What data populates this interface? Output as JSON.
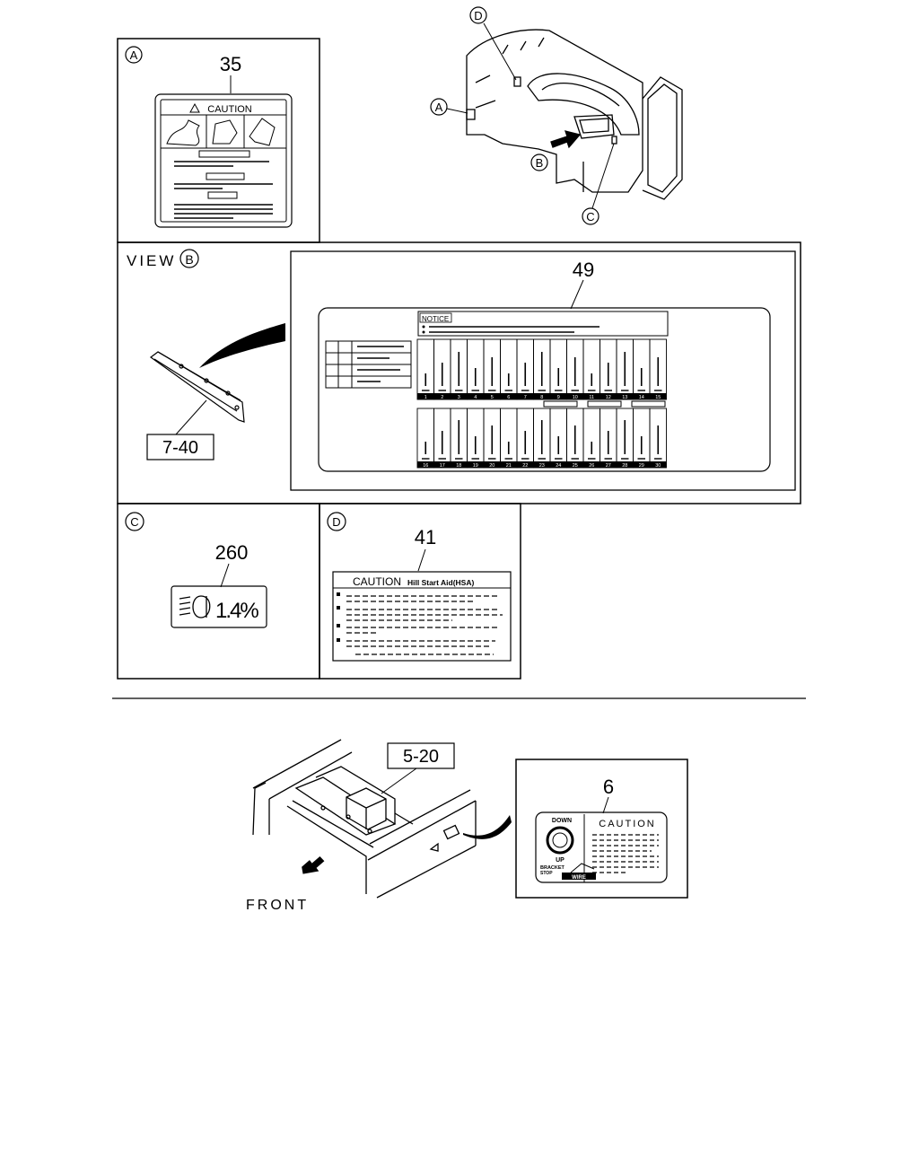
{
  "labels": {
    "A": "A",
    "B": "B",
    "C": "C",
    "D": "D",
    "view": "VIEW",
    "front": "FRONT"
  },
  "parts": {
    "p35": "35",
    "p49": "49",
    "p260": "260",
    "p41": "41",
    "p6": "6",
    "ref_7_40": "7-40",
    "ref_5_20": "5-20"
  },
  "decals": {
    "caution_35": "CAUTION",
    "notice": "NOTICE",
    "caution_41": "CAUTION",
    "hsa": "Hill Start Aid(HSA)",
    "headlight_level": "1.4%",
    "caution_6": "CAUTION",
    "down": "DOWN",
    "up": "UP",
    "bracket": "BRACKET",
    "stop": "STOP",
    "wire": "WIRE"
  },
  "fuse_numbers_top": [
    "1",
    "2",
    "3",
    "4",
    "5",
    "6",
    "7",
    "8",
    "9",
    "10",
    "11",
    "12",
    "13",
    "14",
    "15"
  ],
  "fuse_numbers_bottom": [
    "16",
    "17",
    "18",
    "19",
    "20",
    "21",
    "22",
    "23",
    "24",
    "25",
    "26",
    "27",
    "28",
    "29",
    "30"
  ]
}
